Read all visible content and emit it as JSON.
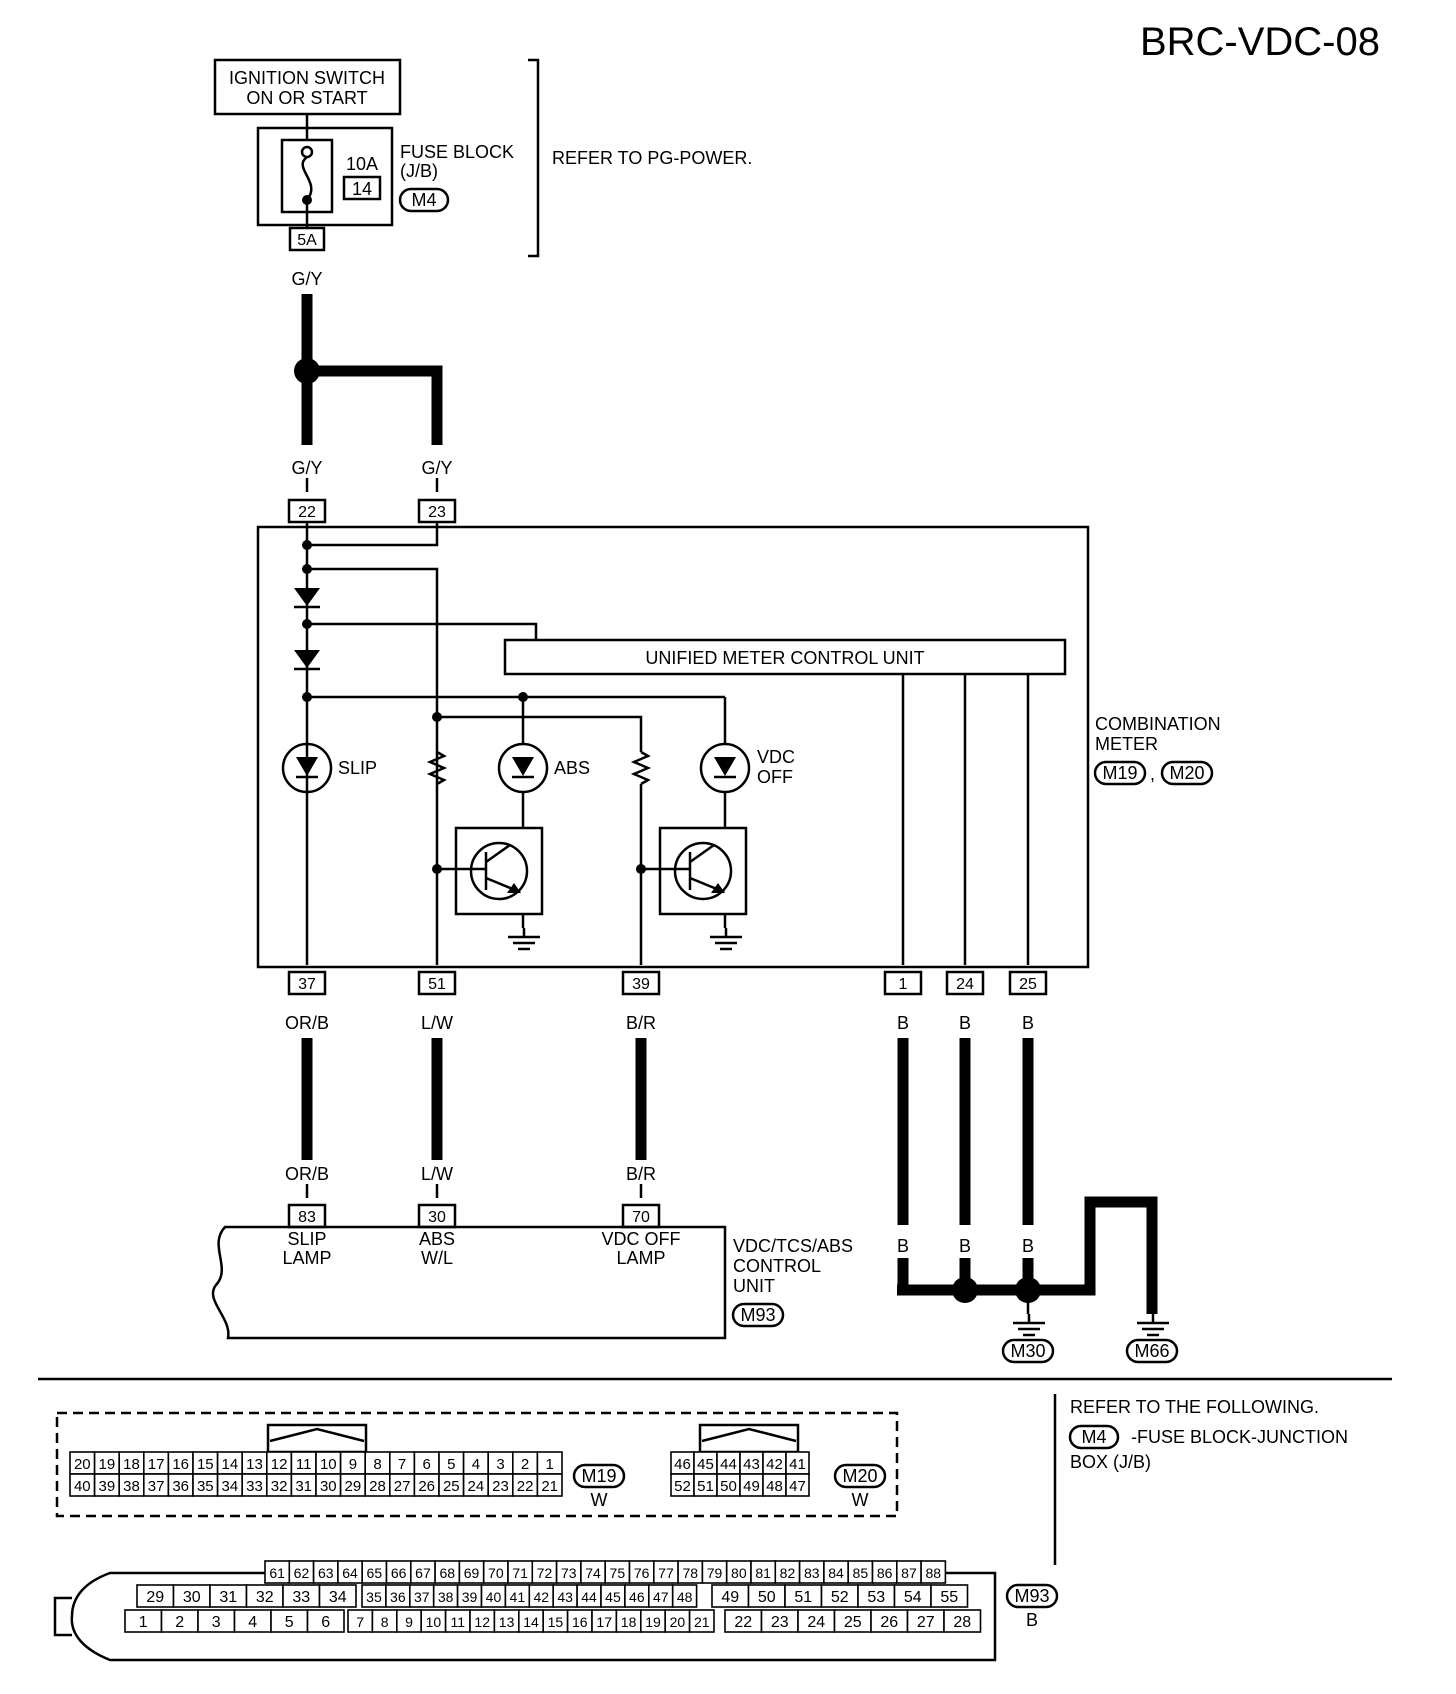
{
  "page_code": "BRC-VDC-08",
  "power": {
    "ignition_line1": "IGNITION SWITCH",
    "ignition_line2": "ON OR START",
    "fuse_amp": "10A",
    "fuse_num": "14",
    "fuse_block_line1": "FUSE BLOCK",
    "fuse_block_line2": "(J/B)",
    "fuse_block_conn": "M4",
    "fuse_out_term": "5A",
    "refer_pg": "REFER TO PG-POWER."
  },
  "wires": {
    "gy": "G/Y",
    "orb": "OR/B",
    "lw": "L/W",
    "br": "B/R",
    "b": "B"
  },
  "meter": {
    "unified": "UNIFIED METER CONTROL UNIT",
    "name_line1": "COMBINATION",
    "name_line2": "METER",
    "conn1": "M19",
    "conn2": "M20",
    "conn_sep": ",",
    "lamp_slip": "SLIP",
    "lamp_abs": "ABS",
    "lamp_vdc1": "VDC",
    "lamp_vdc2": "OFF",
    "terminals": {
      "t22": "22",
      "t23": "23",
      "t37": "37",
      "t51": "51",
      "t39": "39",
      "t1": "1",
      "t24": "24",
      "t25": "25"
    }
  },
  "vdc_unit": {
    "t83": "83",
    "t30": "30",
    "t70": "70",
    "slip1": "SLIP",
    "slip2": "LAMP",
    "abs1": "ABS",
    "abs2": "W/L",
    "vdc1": "VDC OFF",
    "vdc2": "LAMP",
    "name1": "VDC/TCS/ABS",
    "name2": "CONTROL",
    "name3": "UNIT",
    "conn": "M93"
  },
  "grounds": {
    "g1": "M30",
    "g2": "M66"
  },
  "refer": {
    "line1": "REFER TO THE FOLLOWING.",
    "conn": "M4",
    "line2": "-FUSE BLOCK-JUNCTION",
    "line3": "BOX (J/B)"
  },
  "connectors": {
    "m19": {
      "name": "M19",
      "color": "W",
      "top": [
        "20",
        "19",
        "18",
        "17",
        "16",
        "15",
        "14",
        "13",
        "12",
        "11",
        "10",
        "9",
        "8",
        "7",
        "6",
        "5",
        "4",
        "3",
        "2",
        "1"
      ],
      "bottom": [
        "40",
        "39",
        "38",
        "37",
        "36",
        "35",
        "34",
        "33",
        "32",
        "31",
        "30",
        "29",
        "28",
        "27",
        "26",
        "25",
        "24",
        "23",
        "22",
        "21"
      ]
    },
    "m20": {
      "name": "M20",
      "color": "W",
      "top": [
        "46",
        "45",
        "44",
        "43",
        "42",
        "41"
      ],
      "bottom": [
        "52",
        "51",
        "50",
        "49",
        "48",
        "47"
      ]
    },
    "m93": {
      "name": "M93",
      "color": "B",
      "row1": [
        "61",
        "62",
        "63",
        "64",
        "65",
        "66",
        "67",
        "68",
        "69",
        "70",
        "71",
        "72",
        "73",
        "74",
        "75",
        "76",
        "77",
        "78",
        "79",
        "80",
        "81",
        "82",
        "83",
        "84",
        "85",
        "86",
        "87",
        "88"
      ],
      "row2a": [
        "29",
        "30",
        "31",
        "32",
        "33",
        "34"
      ],
      "row2b": [
        "35",
        "36",
        "37",
        "38",
        "39",
        "40",
        "41",
        "42",
        "43",
        "44",
        "45",
        "46",
        "47",
        "48"
      ],
      "row2c": [
        "49",
        "50",
        "51",
        "52",
        "53",
        "54",
        "55"
      ],
      "row3a": [
        "1",
        "2",
        "3",
        "4",
        "5",
        "6"
      ],
      "row3b": [
        "7",
        "8",
        "9",
        "10",
        "11",
        "12",
        "13",
        "14",
        "15",
        "16",
        "17",
        "18",
        "19",
        "20",
        "21"
      ],
      "row3c": [
        "22",
        "23",
        "24",
        "25",
        "26",
        "27",
        "28"
      ]
    }
  }
}
